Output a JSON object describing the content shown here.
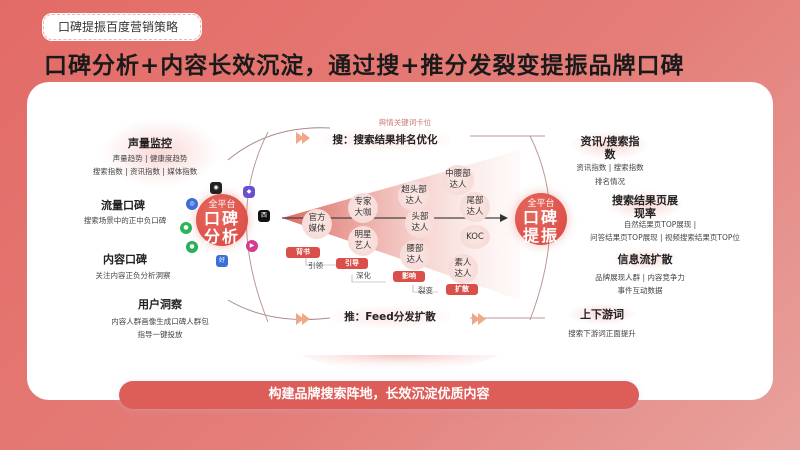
{
  "header": {
    "tag": "口碑提振百度营销策略",
    "title": "口碑分析+内容长效沉淀，通过搜+推分发裂变提振品牌口碑"
  },
  "left_panel": {
    "items": [
      {
        "title": "声量监控",
        "lines": [
          "声量趋势 | 健康度趋势",
          "搜索指数 | 资讯指数 | 媒体指数"
        ]
      },
      {
        "title": "流量口碑",
        "lines": [
          "搜索场景中的正中负口碑"
        ]
      },
      {
        "title": "内容口碑",
        "lines": [
          "关注内容正负分析洞察"
        ]
      },
      {
        "title": "用户洞察",
        "lines": [
          "内容人群画像生成口碑人群包",
          "指导一键投放"
        ]
      }
    ]
  },
  "left_circle": {
    "small": "全平台",
    "line1": "口碑",
    "line2": "分析"
  },
  "right_circle": {
    "small": "全平台",
    "line1": "口碑",
    "line2": "提振"
  },
  "app_icons": [
    {
      "name": "baidu-app-icon",
      "glyph": "◎",
      "color": "#3b6fd8"
    },
    {
      "name": "wechat-green-icon",
      "glyph": "●",
      "color": "#2bb55a"
    },
    {
      "name": "green-app-icon",
      "glyph": "●",
      "color": "#27b05a"
    },
    {
      "name": "camera-app-icon",
      "glyph": "◉",
      "color": "#222222"
    },
    {
      "name": "purple-app-icon",
      "glyph": "◆",
      "color": "#6a4fd1"
    },
    {
      "name": "xigua-app-icon",
      "glyph": "西",
      "color": "#111111"
    },
    {
      "name": "video-app-icon",
      "glyph": "▶",
      "color": "#d43a8f"
    },
    {
      "name": "haokan-app-icon",
      "glyph": "好",
      "color": "#3b6fd8"
    }
  ],
  "center": {
    "top_note": "舆情关键词卡位",
    "search_channel": "搜：搜索结果排名优化",
    "feed_channel": "推：Feed分发扩散",
    "nodes": [
      {
        "text": "官方\n媒体"
      },
      {
        "text": "专家\n大咖"
      },
      {
        "text": "明星\n艺人"
      },
      {
        "text": "超头部\n达人"
      },
      {
        "text": "头部\n达人"
      },
      {
        "text": "腰部\n达人"
      },
      {
        "text": "中腰部\n达人"
      },
      {
        "text": "尾部\n达人"
      },
      {
        "text": "KOC"
      },
      {
        "text": "素人\n达人"
      }
    ],
    "flow": {
      "chips": [
        "背书",
        "引导",
        "影响",
        "扩散"
      ],
      "words": [
        "引领",
        "深化",
        "裂变"
      ]
    }
  },
  "right_panel": {
    "items": [
      {
        "title": "资讯/搜索指数",
        "lines": [
          "资讯指数 | 搜索指数",
          "排名情况"
        ]
      },
      {
        "title": "搜索结果页展现率",
        "lines": [
          "自然结果页TOP展现 |",
          "问答结果页TOP展现 | 视频搜索结果页TOP位"
        ]
      },
      {
        "title": "信息流扩散",
        "lines": [
          "品牌展现人群 | 内容竞争力",
          "事件互动数据"
        ]
      },
      {
        "title": "上下游词",
        "lines": [
          "搜索下游词正面提升"
        ]
      }
    ]
  },
  "bottom_banner": "构建品牌搜索阵地，长效沉淀优质内容",
  "colors": {
    "brand_red": "#d94f4a",
    "bg_coral": "#e36b66",
    "arrow_peach": "#f0a88a"
  }
}
